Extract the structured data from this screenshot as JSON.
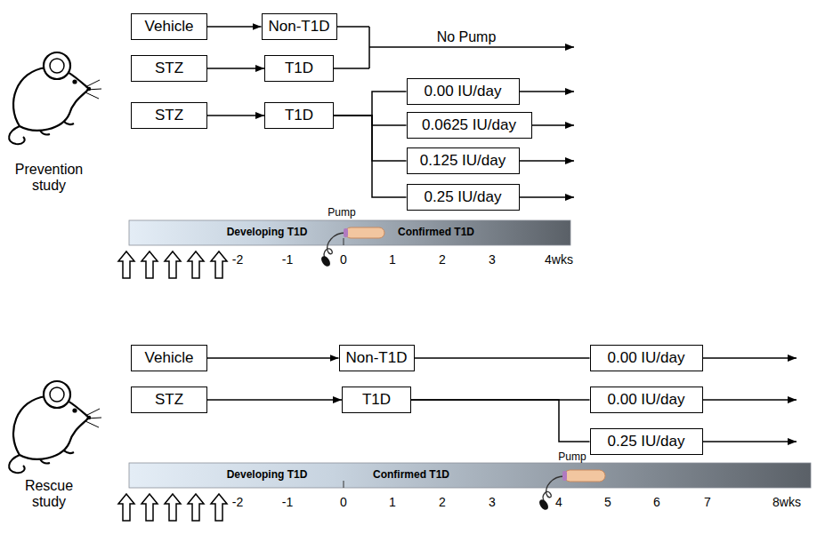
{
  "diagram": {
    "nodes": [
      {
        "text": [
          "Vehicle"
        ]
      },
      {
        "text": [
          "Non-T1D"
        ]
      },
      {
        "text": [
          "STZ"
        ]
      },
      {
        "text": [
          "T1D"
        ]
      },
      {
        "text": [
          "STZ"
        ]
      },
      {
        "text": [
          "T1D"
        ]
      },
      {
        "text": [
          "0.00 IU/day"
        ]
      },
      {
        "text": [
          "0.0625 IU/day"
        ]
      },
      {
        "text": [
          "0.125 IU/day"
        ]
      },
      {
        "text": [
          "0.25 IU/day"
        ]
      },
      {
        "text": [
          "Vehicle"
        ]
      },
      {
        "text": [
          "Non-T1D"
        ]
      },
      {
        "text": [
          "0.00 IU/day"
        ]
      },
      {
        "text": [
          "STZ"
        ]
      },
      {
        "text": [
          "T1D"
        ]
      },
      {
        "text": [
          "0.00 IU/day"
        ]
      },
      {
        "text": [
          "0.25 IU/day"
        ]
      }
    ],
    "edges": [
      {
        "from": 0,
        "to": 1,
        "arrow": "to"
      },
      {
        "from": 2,
        "to": 3,
        "arrow": "to"
      },
      {
        "from": 4,
        "to": 5,
        "arrow": "to"
      },
      {
        "from": 5,
        "to": 6,
        "arrow": "none"
      },
      {
        "from": 5,
        "to": 7,
        "arrow": "none"
      },
      {
        "from": 5,
        "to": 8,
        "arrow": "none"
      },
      {
        "from": 5,
        "to": 9,
        "arrow": "none"
      },
      {
        "from": 10,
        "to": 11,
        "arrow": "to"
      },
      {
        "from": 11,
        "to": 12,
        "arrow": "none"
      },
      {
        "from": 13,
        "to": 14,
        "arrow": "to"
      },
      {
        "from": 14,
        "to": 15,
        "arrow": "none"
      },
      {
        "from": 14,
        "to": 16,
        "arrow": "none"
      }
    ],
    "labels": [
      "Prevention study",
      "No Pump",
      "Pump",
      "Developing T1D",
      "Confirmed T1D",
      "-2",
      "-1",
      "0",
      "1",
      "2",
      "3",
      "4wks",
      "Rescue study",
      "Pump",
      "Developing T1D",
      "Confirmed T1D",
      "-2",
      "-1",
      "0",
      "1",
      "2",
      "3",
      "4",
      "5",
      "6",
      "7",
      "8wks"
    ]
  }
}
